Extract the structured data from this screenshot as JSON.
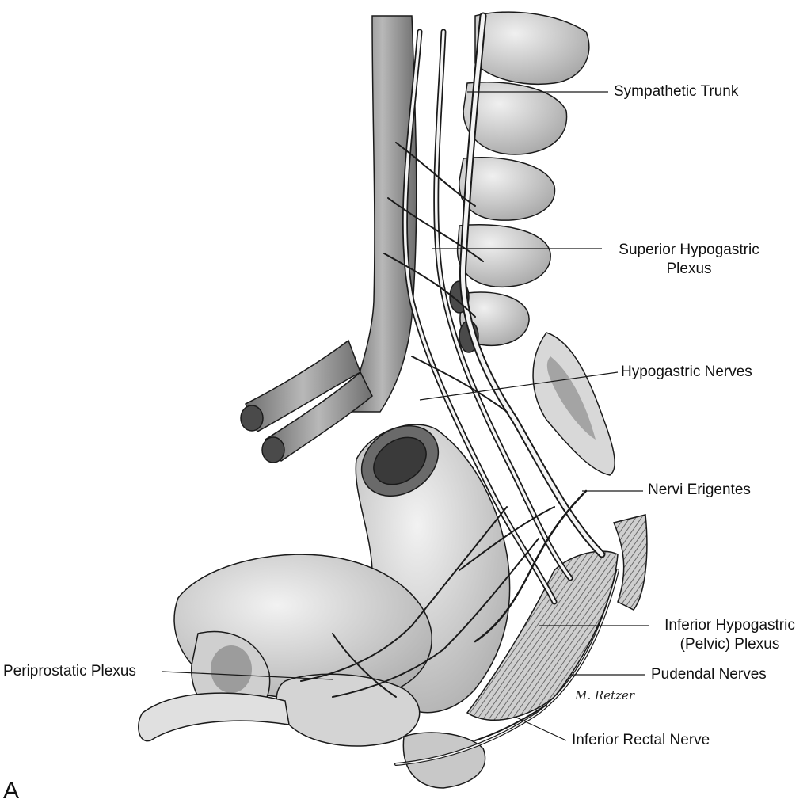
{
  "figure": {
    "panel_letter": "A",
    "signature": "M. Retzer"
  },
  "labels": {
    "sympathetic_trunk": "Sympathetic Trunk",
    "superior_hypogastric_line1": "Superior Hypogastric",
    "superior_hypogastric_line2": "Plexus",
    "hypogastric_nerves": "Hypogastric Nerves",
    "nervi_erigentes": "Nervi Erigentes",
    "inferior_hypogastric_line1": "Inferior Hypogastric",
    "inferior_hypogastric_line2": "(Pelvic) Plexus",
    "periprostatic_plexus": "Periprostatic Plexus",
    "pudendal_nerves": "Pudendal Nerves",
    "inferior_rectal_nerve": "Inferior Rectal Nerve"
  },
  "colors": {
    "outline": "#1a1a1a",
    "tissue_light": "#e6e6e6",
    "tissue_mid": "#c4c4c4",
    "tissue_dark": "#8a8a8a",
    "nerve": "#f4f4f4"
  }
}
